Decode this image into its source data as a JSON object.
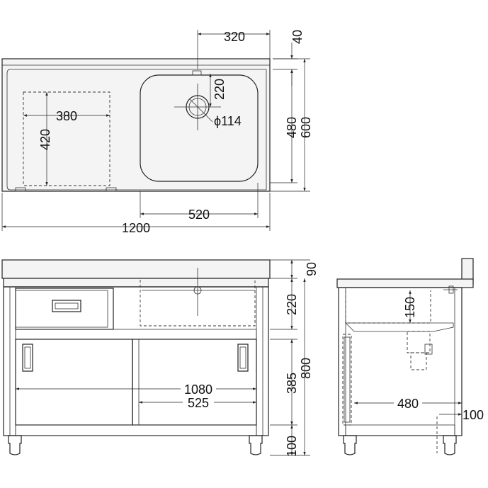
{
  "dimensions": {
    "drain_offset": "320",
    "top_edge": "40",
    "basin_to_drain": "220",
    "drain_diameter": "ϕ114",
    "cutout_width": "380",
    "cutout_depth": "420",
    "basin_depth": "480",
    "overall_depth": "600",
    "basin_width": "520",
    "overall_width": "1200",
    "backsplash_height": "90",
    "drawer_height": "220",
    "cabinet_height": "385",
    "overall_height": "800",
    "leg_height": "100",
    "inner_width": "1080",
    "door_width": "525",
    "bowl_depth": "150",
    "side_depth": "480",
    "side_leg_offset": "100"
  }
}
